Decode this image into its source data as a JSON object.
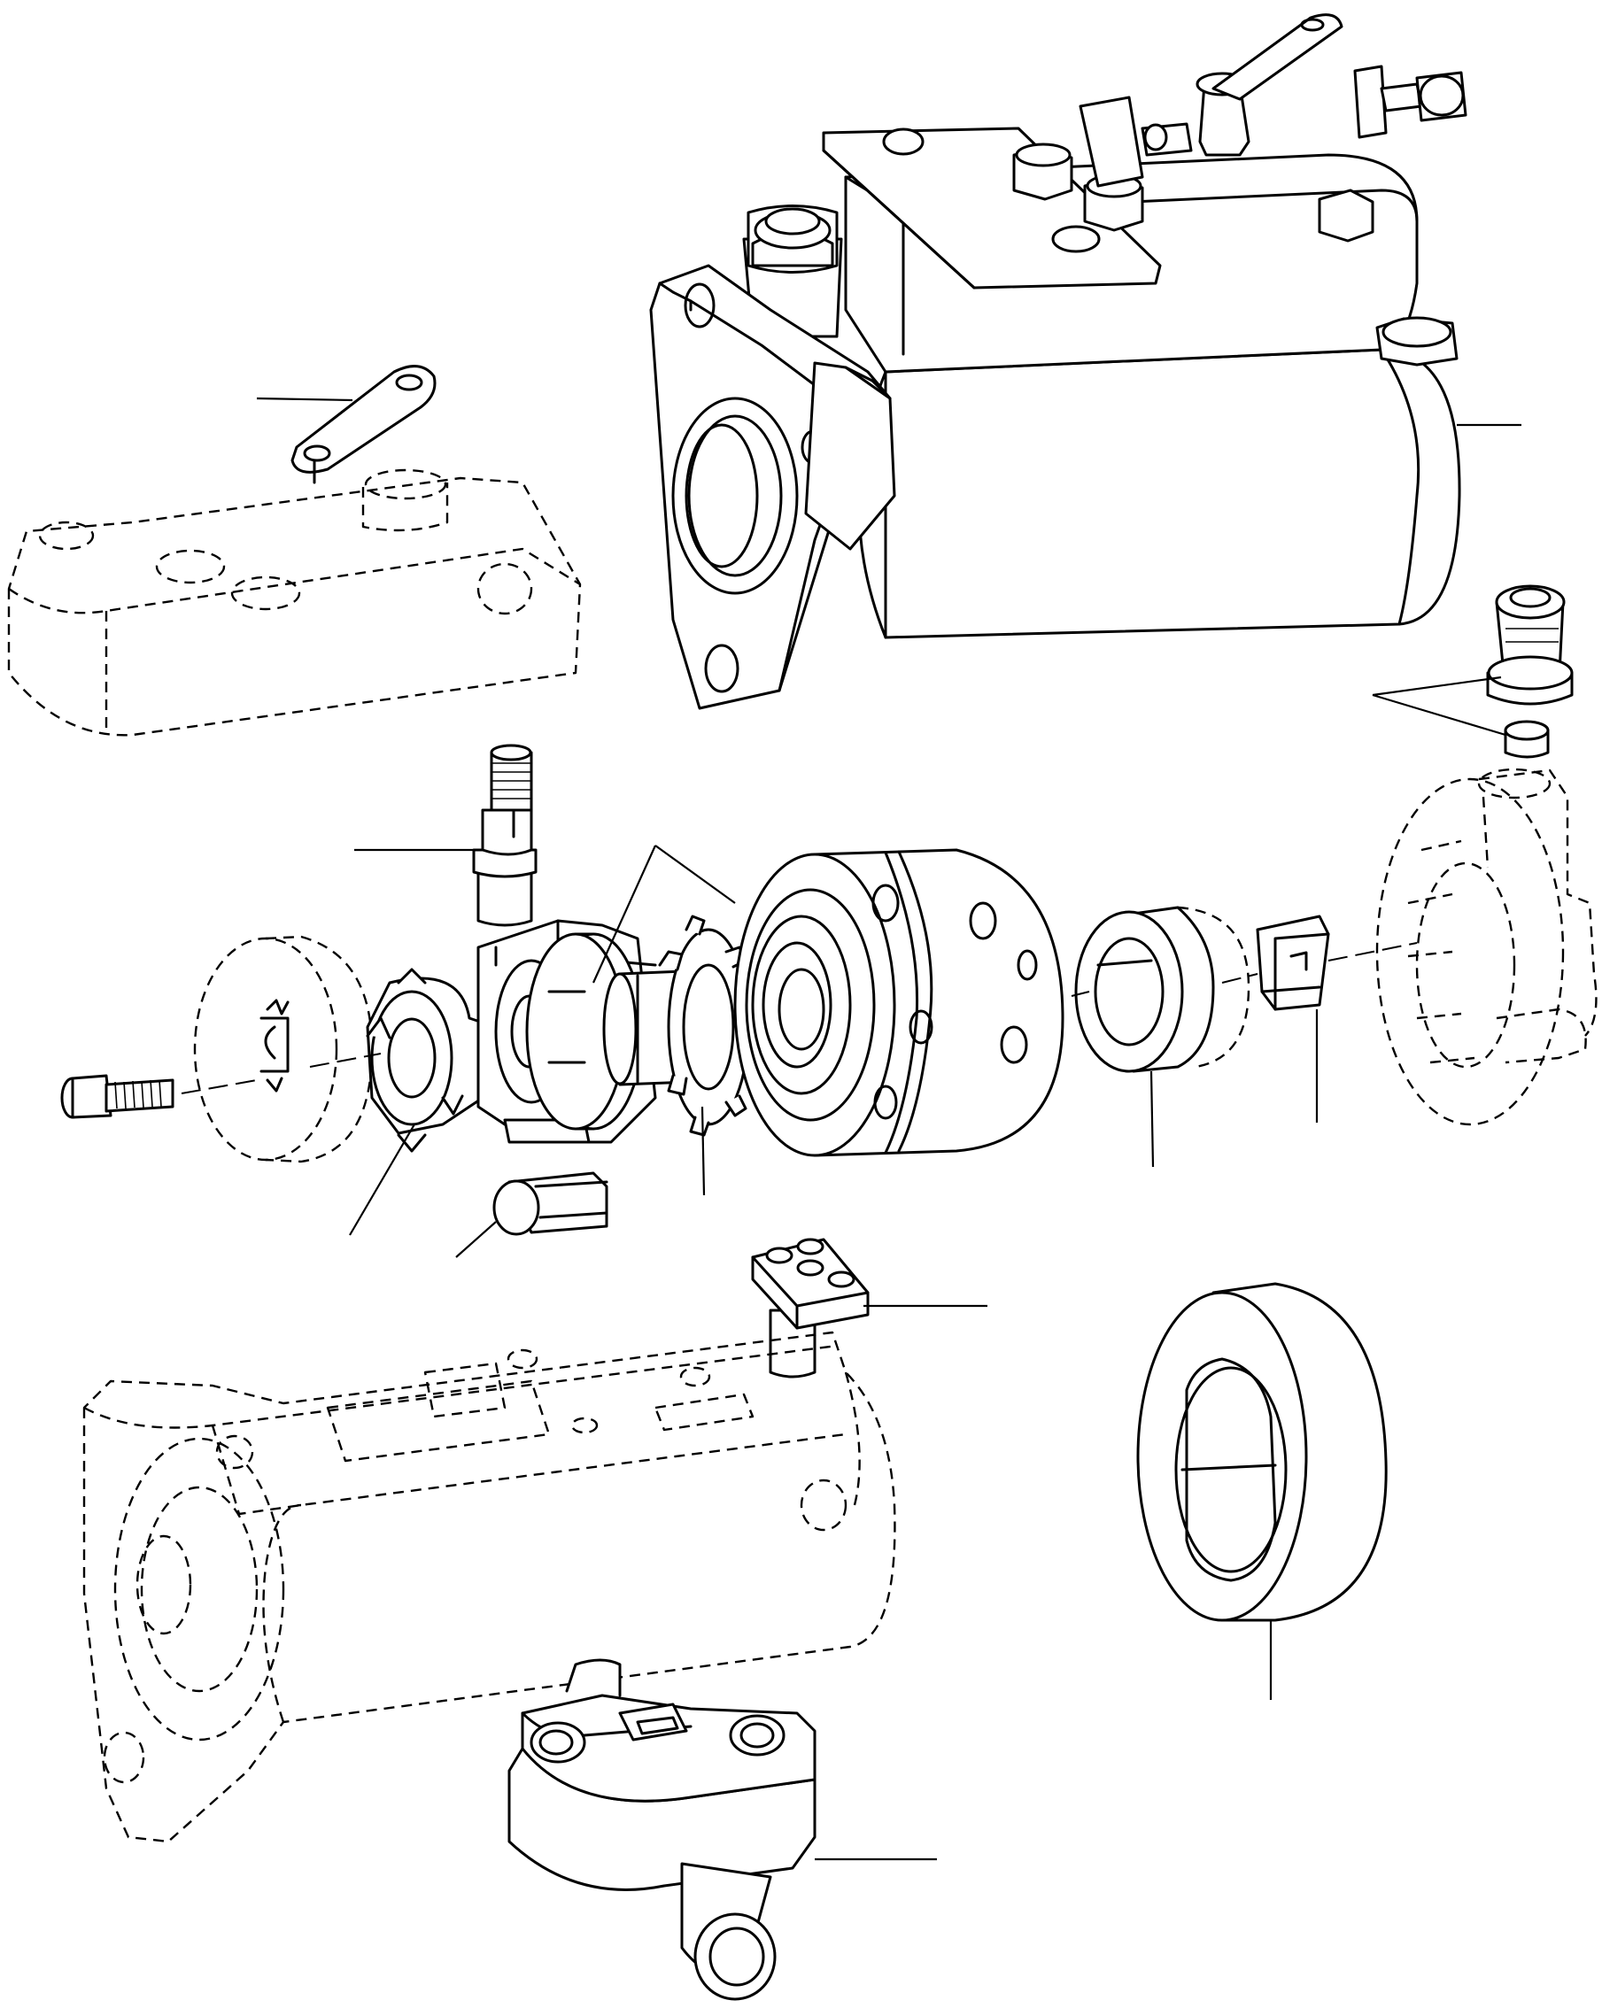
{
  "diagram": {
    "type": "exploded-parts-view",
    "parts": [
      {
        "name": "injection-pump-assembly",
        "style": "solid"
      },
      {
        "name": "control-lever",
        "style": "solid"
      },
      {
        "name": "pump-head-top-cover",
        "style": "dashed"
      },
      {
        "name": "threaded-stud",
        "style": "solid"
      },
      {
        "name": "drive-hub",
        "style": "dashed"
      },
      {
        "name": "screw",
        "style": "solid"
      },
      {
        "name": "drive-plate",
        "style": "solid"
      },
      {
        "name": "rotor-shaft",
        "style": "solid"
      },
      {
        "name": "toothed-washer",
        "style": "solid"
      },
      {
        "name": "hydraulic-head",
        "style": "solid"
      },
      {
        "name": "sleeve-ring",
        "style": "solid"
      },
      {
        "name": "drive-key",
        "style": "solid"
      },
      {
        "name": "fitting-and-seal",
        "style": "solid"
      },
      {
        "name": "end-plate",
        "style": "dashed"
      },
      {
        "name": "roller-shoe",
        "style": "solid"
      },
      {
        "name": "metering-valve-lever",
        "style": "solid"
      },
      {
        "name": "pump-housing",
        "style": "dashed"
      },
      {
        "name": "cam-ring",
        "style": "solid"
      },
      {
        "name": "adapter-bracket",
        "style": "solid"
      }
    ],
    "callout_count": 15,
    "line_style": "black-on-white"
  }
}
